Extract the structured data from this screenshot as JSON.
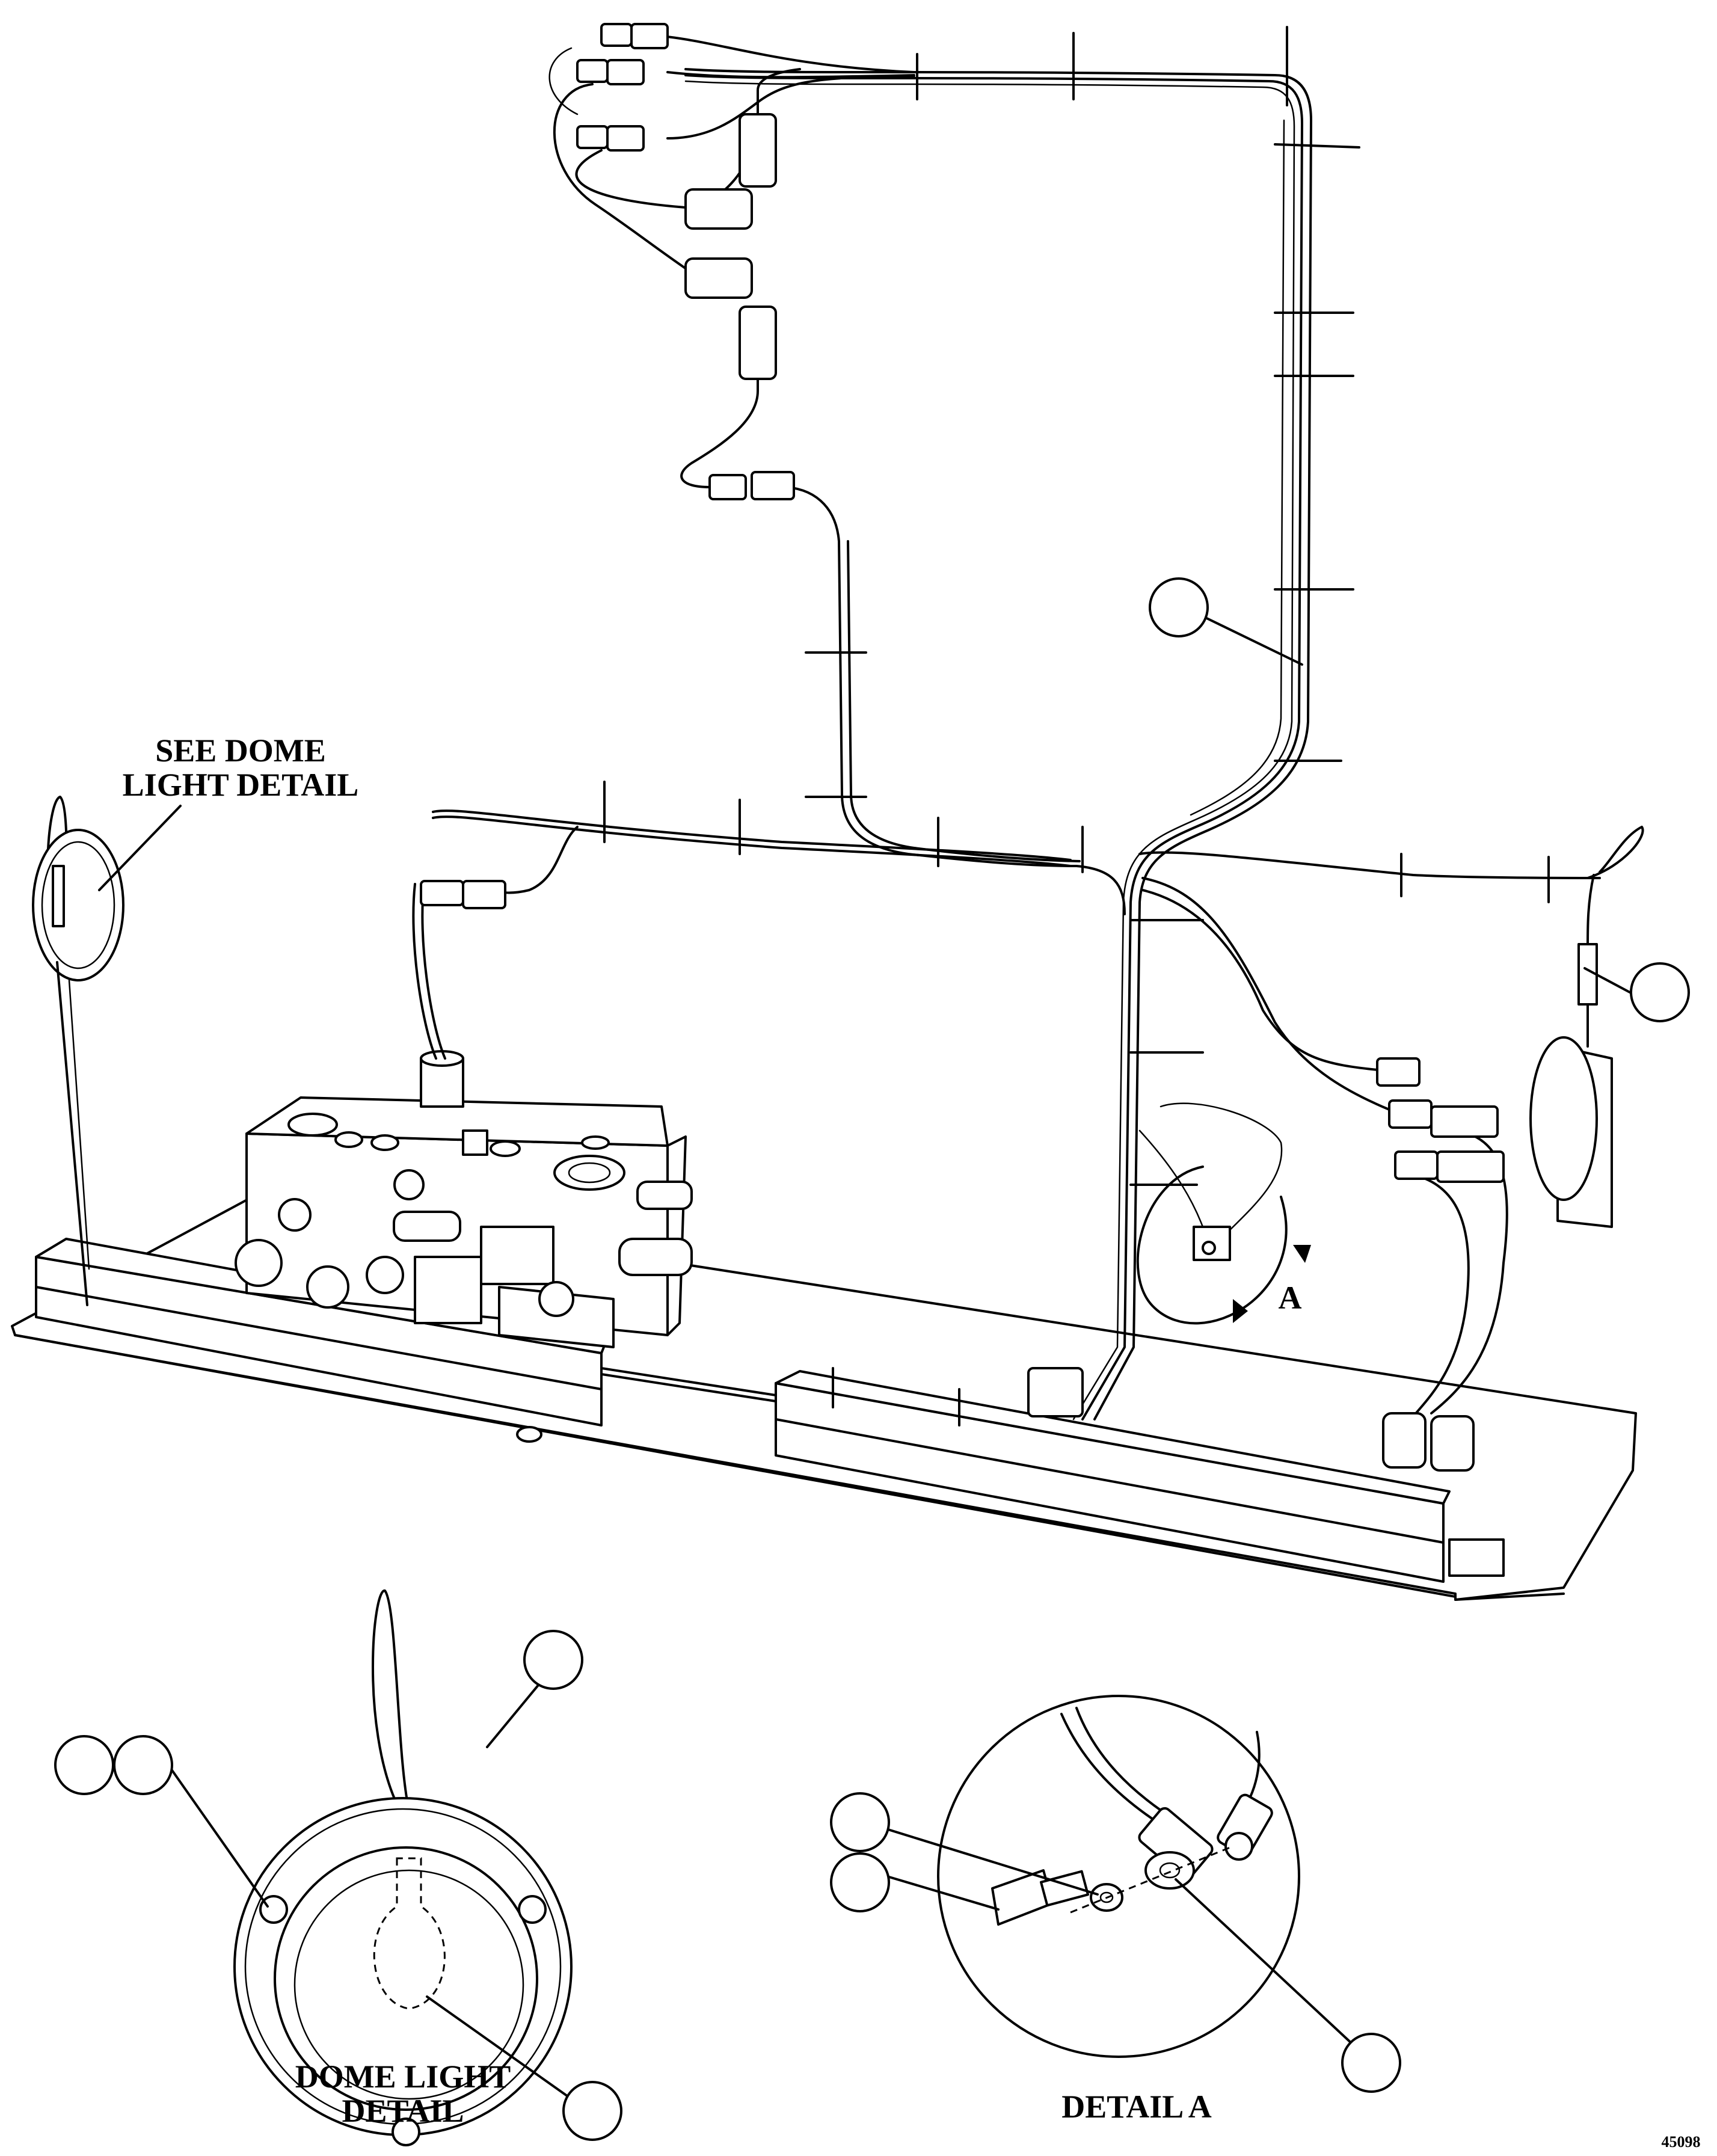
{
  "labels": {
    "see_dome_line1": "SEE DOME",
    "see_dome_line2": "LIGHT DETAIL",
    "detail_marker": "A",
    "dome_detail_line1": "DOME LIGHT",
    "dome_detail_line2": "DETAIL",
    "detail_a": "DETAIL A",
    "drawing_number": "45098"
  }
}
